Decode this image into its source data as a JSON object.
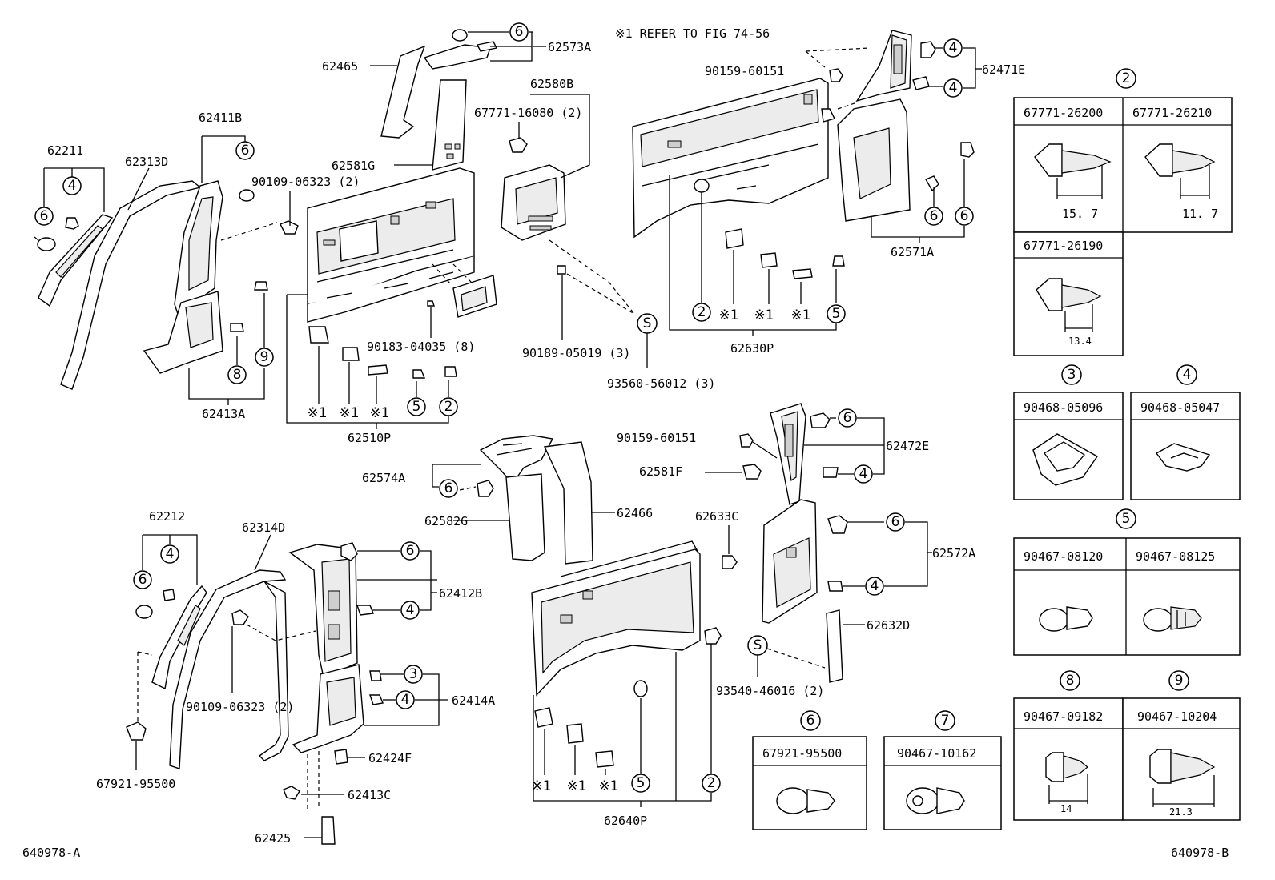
{
  "refer_note": "※1  REFER TO FIG 74-56",
  "figure_ids": {
    "left": "640978-A",
    "right": "640978-B"
  },
  "labels": [
    "62211",
    "62313D",
    "62411B",
    "90109-06323 (2)",
    "62413A",
    "62465",
    "62573A",
    "62581G",
    "62510P",
    "62580B",
    "67771-16080 (2)",
    "90183-04035 (8)",
    "90189-05019 (3)",
    "93560-56012 (3)",
    "90159-60151",
    "62471E",
    "62571A",
    "62630P",
    "62212",
    "62314D",
    "62412B",
    "62414A",
    "62424F",
    "62413C",
    "62425",
    "90109-06323 (2)",
    "67921-95500",
    "62574A",
    "62582G",
    "62466",
    "62640P",
    "90159-60151",
    "62581F",
    "62472E",
    "62633C",
    "62572A",
    "62632D",
    "93540-46016 (2)"
  ],
  "markers": [
    "6",
    "4",
    "6",
    "6",
    "8",
    "9",
    "2",
    "※1",
    "※1",
    "※1",
    "5",
    "6",
    "4",
    "4",
    "6",
    "2",
    "※1",
    "※1",
    "※1",
    "5",
    "S",
    "S",
    "6",
    "6",
    "4",
    "4",
    "3",
    "4",
    "6",
    "4",
    "6",
    "4",
    "※1",
    "※1",
    "※1",
    "5",
    "2"
  ],
  "legend": {
    "g2": {
      "no": "2",
      "parts": [
        {
          "pn": "67771-26200",
          "dim": "15. 7"
        },
        {
          "pn": "67771-26210",
          "dim": "11. 7"
        },
        {
          "pn": "67771-26190",
          "dim": "13.4"
        }
      ]
    },
    "g3": {
      "no": "3",
      "pn": "90468-05096"
    },
    "g4": {
      "no": "4",
      "pn": "90468-05047"
    },
    "g5": {
      "no": "5",
      "parts": [
        {
          "pn": "90467-08120"
        },
        {
          "pn": "90467-08125"
        }
      ]
    },
    "g6": {
      "no": "6",
      "pn": "67921-95500"
    },
    "g7": {
      "no": "7",
      "pn": "90467-10162"
    },
    "g8": {
      "no": "8",
      "pn": "90467-09182",
      "dim": "14"
    },
    "g9": {
      "no": "9",
      "pn": "90467-10204",
      "dim": "21.3"
    }
  },
  "icons": [
    "clip-icon",
    "push-rivet-icon",
    "screw-icon",
    "nut-clip-icon"
  ]
}
